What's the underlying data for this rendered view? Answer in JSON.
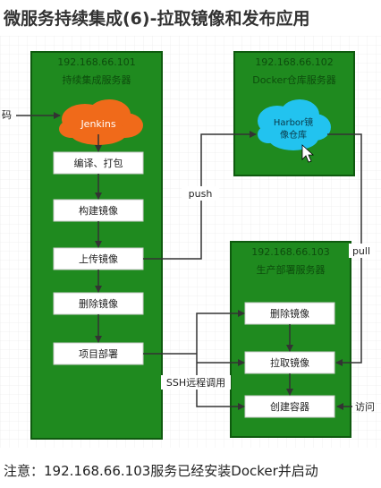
{
  "title": "微服务持续集成(6)-拉取镜像和发布应用",
  "note": "注意：192.168.66.103服务已经安装Docker并启动",
  "colors": {
    "server_fill": "#1f8a1f",
    "server_border": "#0f5a0f",
    "box_fill": "#ffffff",
    "jenkins_cloud": "#f06a1a",
    "harbor_cloud": "#22c3ef",
    "arrow": "#333333",
    "grid": "#e6e6e6"
  },
  "external": {
    "source_label": "码",
    "visit_label": "访问"
  },
  "ci_server": {
    "ip": "192.168.66.101",
    "name": "持续集成服务器",
    "cloud_label": "Jenkins",
    "steps": [
      "编译、打包",
      "构建镜像",
      "上传镜像",
      "删除镜像",
      "项目部署"
    ]
  },
  "registry_server": {
    "ip": "192.168.66.102",
    "name": "Docker仓库服务器",
    "cloud_label_line1": "Harbor镜",
    "cloud_label_line2": "像仓库"
  },
  "prod_server": {
    "ip": "192.168.66.103",
    "name": "生产部署服务器",
    "steps": [
      "删除镜像",
      "拉取镜像",
      "创建容器"
    ]
  },
  "edges": {
    "push_label": "push",
    "pull_label": "pull",
    "ssh_label": "SSH远程调用"
  }
}
